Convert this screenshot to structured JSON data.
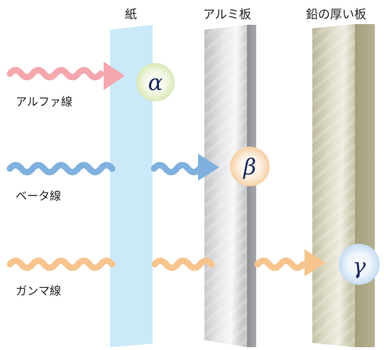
{
  "barriers": {
    "paper": "紙",
    "aluminum": "アルミ板",
    "lead": "鉛の厚い板"
  },
  "rays": {
    "alpha": {
      "label": "アルファ線",
      "symbol": "α",
      "color": "#f4a7ad"
    },
    "beta": {
      "label": "ベータ線",
      "symbol": "β",
      "color": "#7fb0de"
    },
    "gamma": {
      "label": "ガンマ線",
      "symbol": "γ",
      "color": "#f7c48e"
    }
  },
  "colors": {
    "paper": "#cbe9f8",
    "aluminum": "#c9c9cb",
    "lead": "#c7c5aa"
  }
}
